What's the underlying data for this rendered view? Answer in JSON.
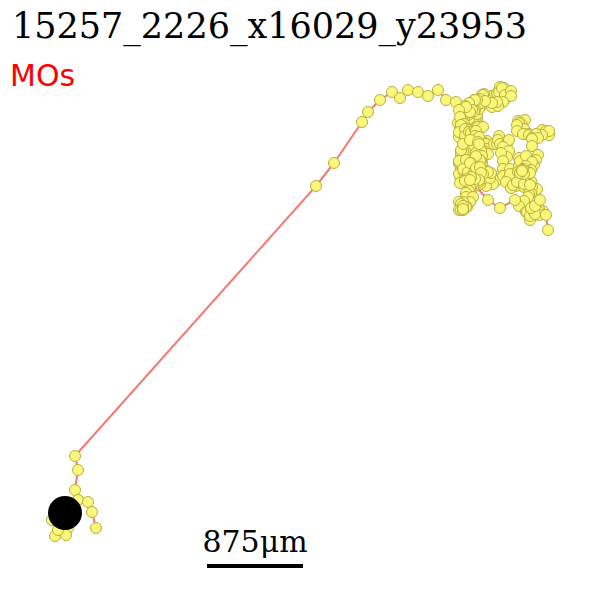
{
  "diagram": {
    "title": "15257_2226_x16029_y23953",
    "labels": [
      "MOs",
      "875μm"
    ]
  }
}
